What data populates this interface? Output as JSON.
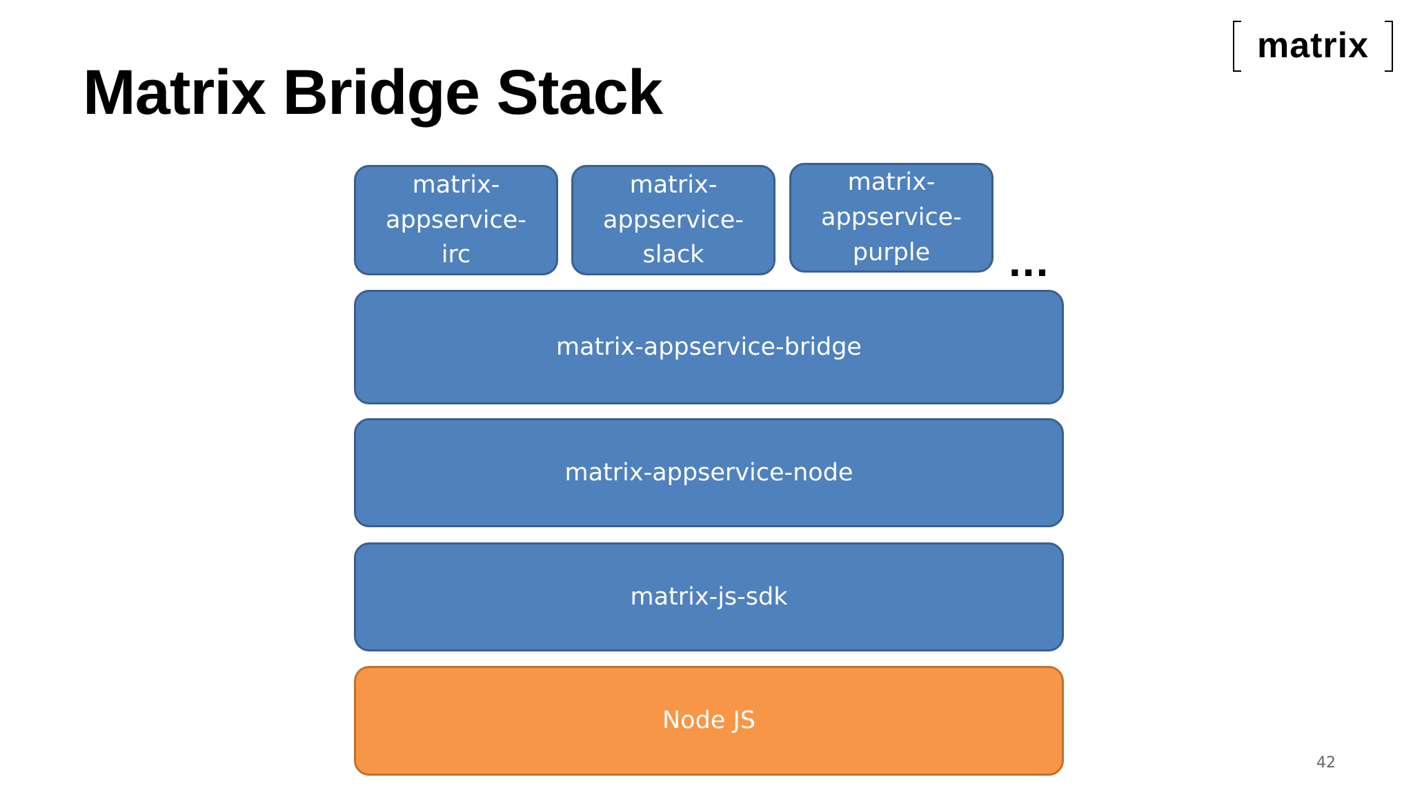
{
  "slide": {
    "title": "Matrix Bridge Stack",
    "logo_text": "matrix",
    "page_number": "42"
  },
  "stack": {
    "top_modules": [
      {
        "label": "matrix-\nappservice-\nirc"
      },
      {
        "label": "matrix-\nappservice-\nslack"
      },
      {
        "label": "matrix-\nappservice-\npurple"
      }
    ],
    "more_indicator": "...",
    "layers": [
      {
        "label": "matrix-appservice-bridge"
      },
      {
        "label": "matrix-appservice-node"
      },
      {
        "label": "matrix-js-sdk"
      },
      {
        "label": "Node JS"
      }
    ]
  },
  "colors": {
    "layer_fill": "#4f81bd",
    "layer_border": "#3a5f8f",
    "base_fill": "#f79646",
    "base_border": "#c0712e",
    "text_on_layer": "#ffffff"
  }
}
